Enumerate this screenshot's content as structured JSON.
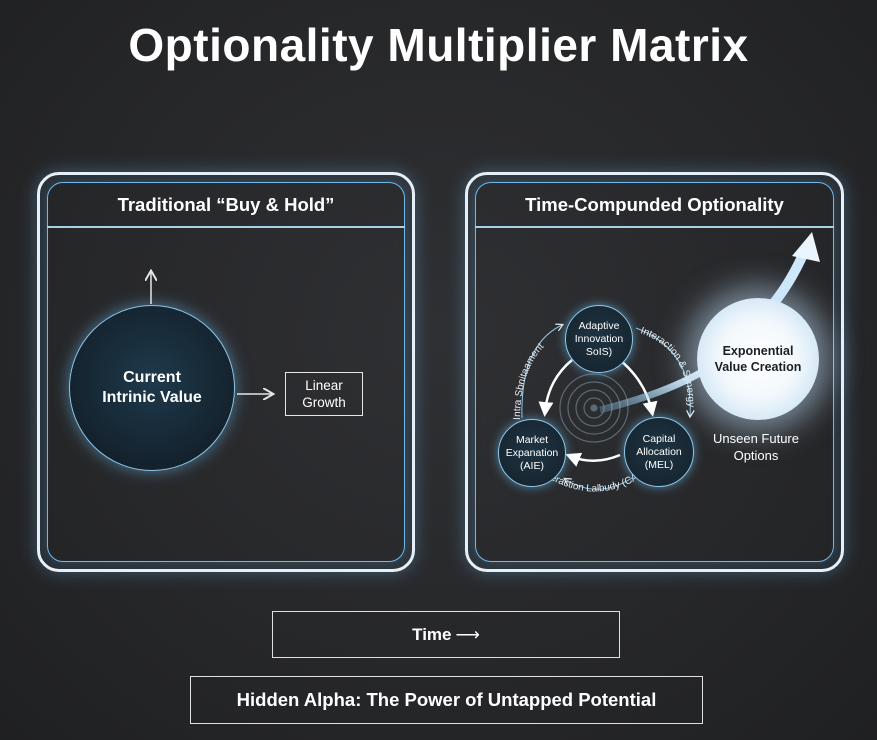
{
  "title": "Optionality Multiplier Matrix",
  "left_panel": {
    "title": "Traditional “Buy & Hold”",
    "circle_label": "Current Intrinic Value",
    "box_label": "Linear Growth"
  },
  "right_panel": {
    "title": "Time-Compunded Optionality",
    "nodes": {
      "top": "Adaptive Innovation SoIS)",
      "left": "Market Expanation (AIE)",
      "right": "Capital Allocation (MEL)"
    },
    "curve_labels": {
      "left": "Intra Sbnitaament",
      "right": "Interaction & Synergy",
      "bottom": "Interaction Lalbudy (CAD)"
    },
    "orb_label": "Exponential Value Creation",
    "side_label": "Unseen Future Options"
  },
  "time_label": "Time",
  "time_arrow": "⟶",
  "footer": "Hidden Alpha: The Power of Untapped Potential",
  "colors": {
    "background": "#2a2b2d",
    "panel_border": "#e8f1f8",
    "glow": "#6fb8e8",
    "orb": "#f2f8fc"
  }
}
